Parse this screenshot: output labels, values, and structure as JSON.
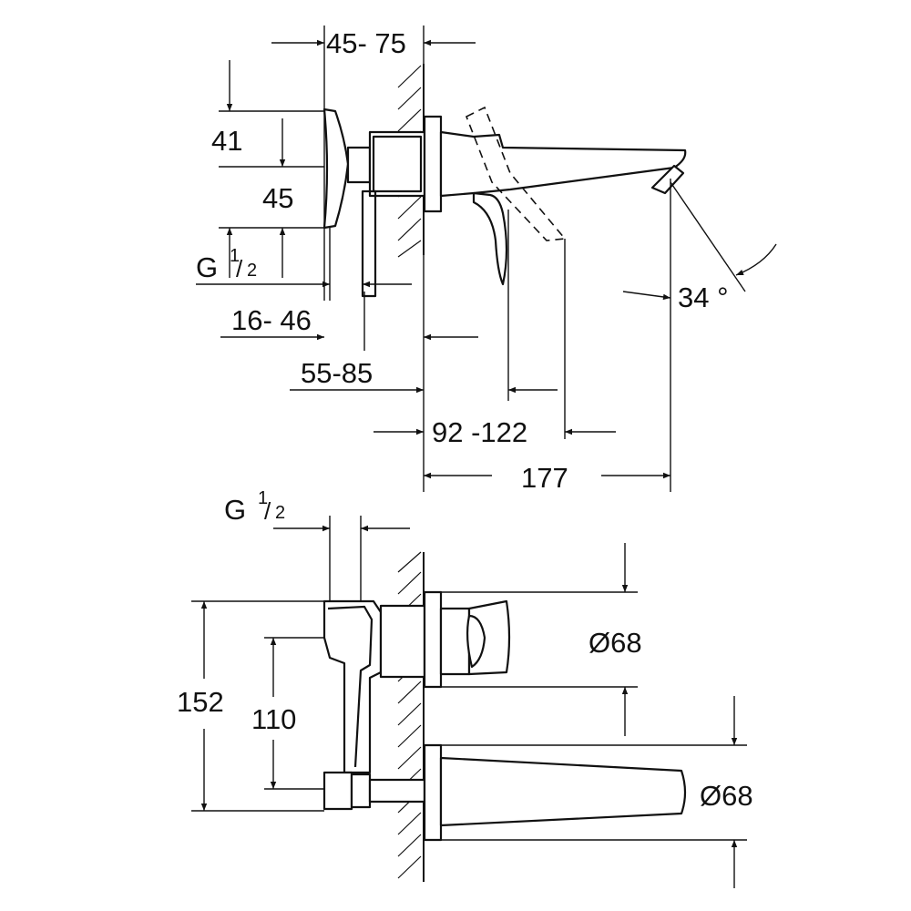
{
  "top_view": {
    "dim_wall_depth": "45- 75",
    "dim_upper_height": "41",
    "dim_lower_height": "45",
    "thread_label": "G",
    "thread_frac_num": "1",
    "thread_frac_den": "2",
    "dim_valve_offset": "16- 46",
    "dim_body_offset": "55-85",
    "dim_lever_reach": "92 -122",
    "dim_total_length": "177",
    "dim_angle": "34 °"
  },
  "bottom_view": {
    "thread_label": "G",
    "thread_frac_num": "1",
    "thread_frac_den": "2",
    "dim_total_height": "152",
    "dim_inner_height": "110",
    "dim_rosette_diameter_1": "Ø68",
    "dim_rosette_diameter_2": "Ø68"
  }
}
